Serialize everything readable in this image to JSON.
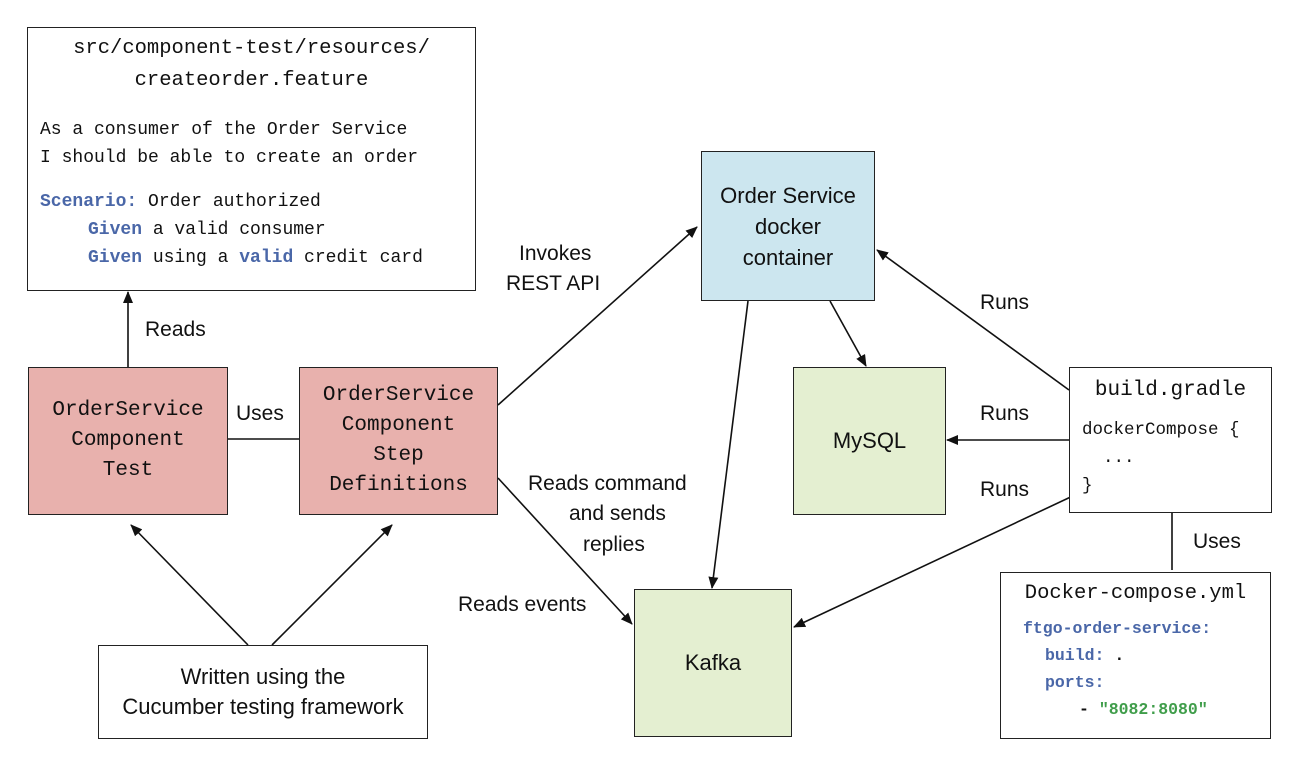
{
  "feature_box": {
    "path_line1": "src/component-test/resources/",
    "path_line2": "createorder.feature",
    "story_line1": "As a consumer of the Order Service",
    "story_line2": "I should be able to create an order",
    "scenario_kw": "Scenario:",
    "scenario_text": " Order authorized",
    "given1_kw": "Given",
    "given1_text": " a valid consumer",
    "given2_kw": "Given",
    "given2_text_a": " using a ",
    "given2_valid": "valid",
    "given2_text_b": " credit card"
  },
  "component_test": {
    "line1": "OrderService",
    "line2": "Component",
    "line3": "Test"
  },
  "step_defs": {
    "line1": "OrderService",
    "line2": "Component",
    "line3": "Step",
    "line4": "Definitions"
  },
  "order_service": {
    "line1": "Order Service",
    "line2": "docker",
    "line3": "container"
  },
  "mysql": {
    "label": "MySQL"
  },
  "kafka": {
    "label": "Kafka"
  },
  "cucumber": {
    "line1": "Written using the",
    "line2": "Cucumber testing framework"
  },
  "build_gradle": {
    "title": "build.gradle",
    "line1": "dockerCompose {",
    "line2": "  ...",
    "line3": "}"
  },
  "docker_compose": {
    "title": "Docker-compose.yml",
    "service_key": "ftgo-order-service:",
    "build_key": "build:",
    "build_val": " .",
    "ports_key": "ports:",
    "dash": "- ",
    "port_val": "\"8082:8080\""
  },
  "edge_labels": {
    "reads": "Reads",
    "uses_left": "Uses",
    "invokes_1": "Invokes",
    "invokes_2": "REST API",
    "reads_cmd_1": "Reads command",
    "reads_cmd_2": "and sends",
    "reads_cmd_3": "replies",
    "reads_events": "Reads events",
    "runs_1": "Runs",
    "runs_2": "Runs",
    "runs_3": "Runs",
    "uses_right": "Uses"
  },
  "colors": {
    "pink": "#e8b1ad",
    "blue": "#cce6ef",
    "green": "#e4efd1",
    "keyword_blue": "#4a67a8",
    "string_green": "#3f9d4a"
  }
}
